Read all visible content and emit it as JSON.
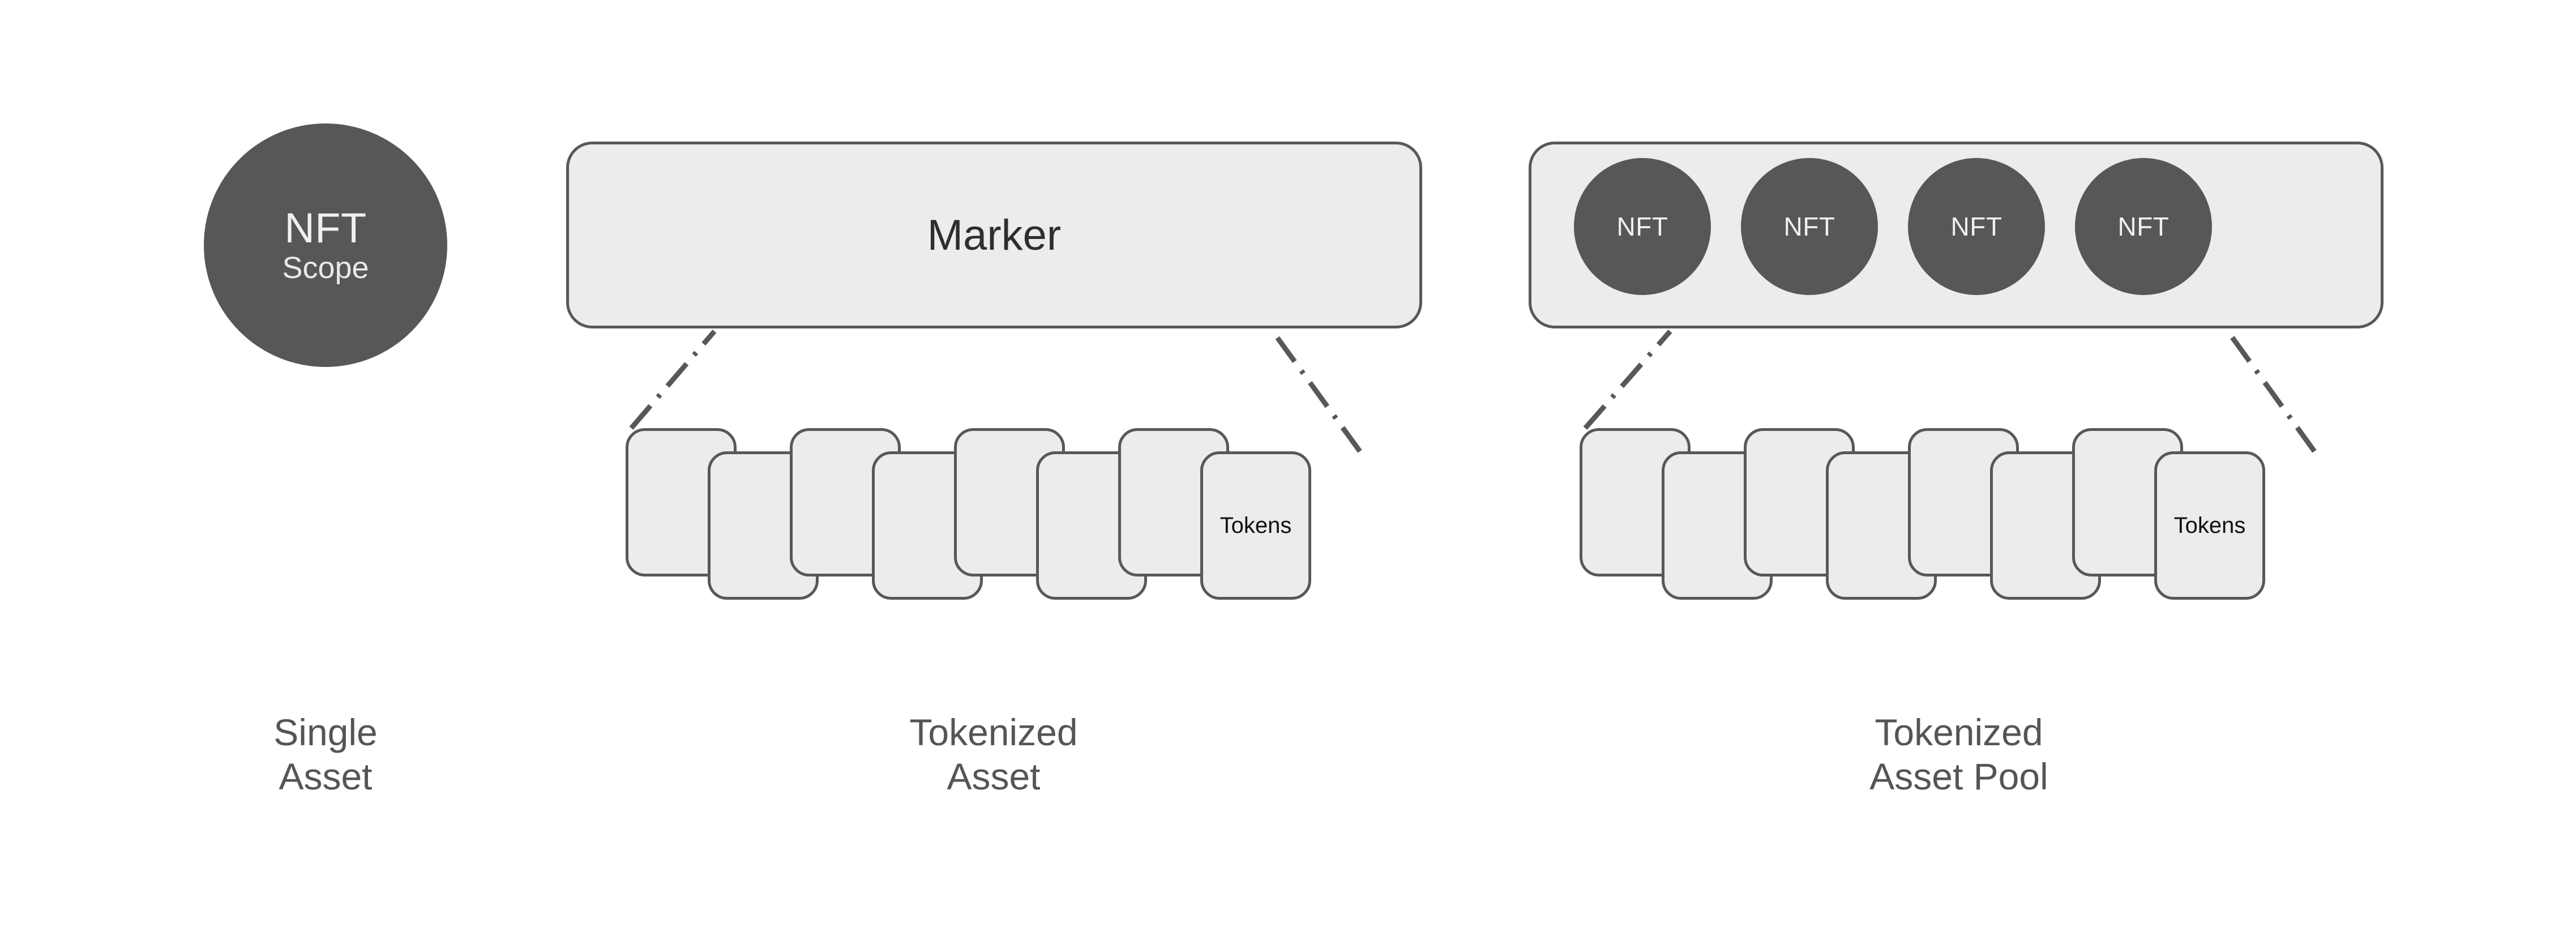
{
  "page": {
    "background": "#ffffff",
    "fill_light": "#ececec",
    "stroke_dark": "#585858",
    "fill_dark": "#575757",
    "text_gray": "#555555"
  },
  "scope": {
    "title": "NFT",
    "subtitle": "Scope"
  },
  "marker": {
    "label": "Marker"
  },
  "pool": {
    "nfts": [
      {
        "label": "NFT"
      },
      {
        "label": "NFT"
      },
      {
        "label": "NFT"
      },
      {
        "label": "NFT"
      }
    ]
  },
  "token_stacks": [
    {
      "id": "marker-tokens",
      "cards": [
        {
          "label": ""
        },
        {
          "label": ""
        },
        {
          "label": ""
        },
        {
          "label": ""
        },
        {
          "label": ""
        },
        {
          "label": ""
        },
        {
          "label": ""
        },
        {
          "label": "Tokens"
        }
      ]
    },
    {
      "id": "pool-tokens",
      "cards": [
        {
          "label": ""
        },
        {
          "label": ""
        },
        {
          "label": ""
        },
        {
          "label": ""
        },
        {
          "label": ""
        },
        {
          "label": ""
        },
        {
          "label": ""
        },
        {
          "label": "Tokens"
        }
      ]
    }
  ],
  "captions": {
    "single": "Single\nAsset",
    "tokenized": "Tokenized\nAsset",
    "pool": "Tokenized\nAsset Pool"
  }
}
